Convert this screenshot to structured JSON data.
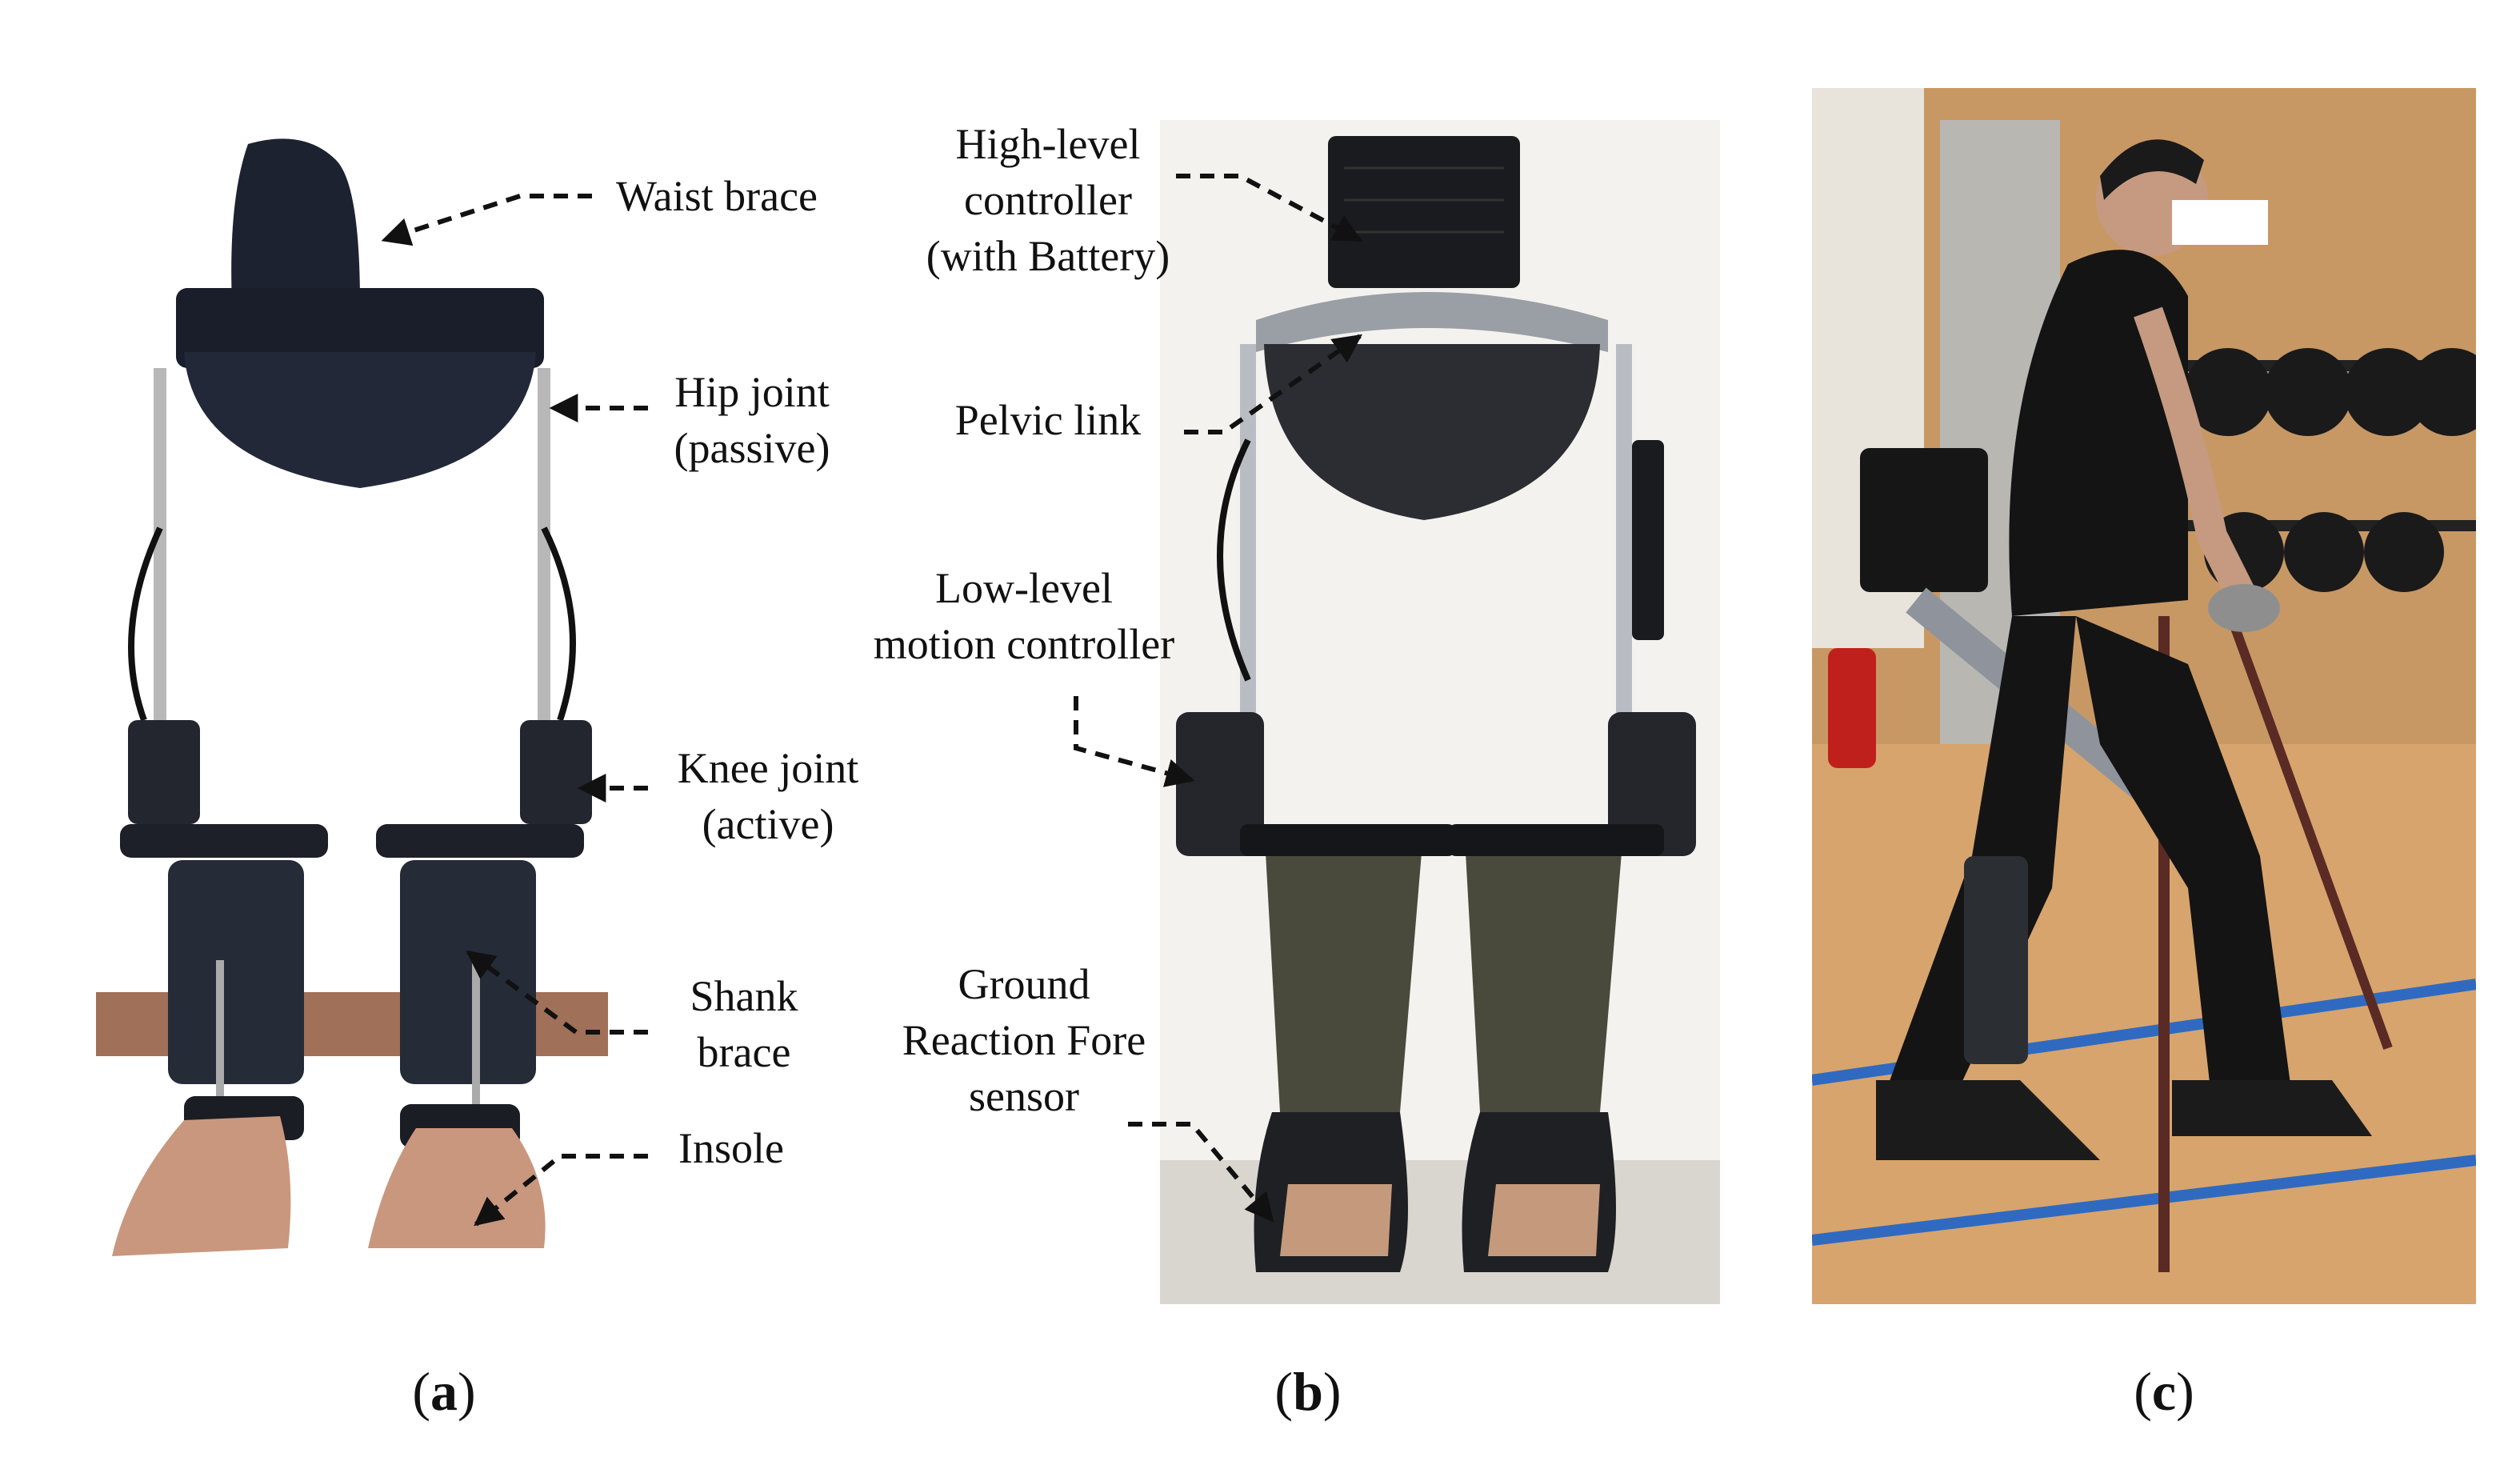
{
  "labels": {
    "waist_brace": "Waist brace",
    "hip_joint_line1": "Hip joint",
    "hip_joint_line2": "(passive)",
    "knee_joint_line1": "Knee joint",
    "knee_joint_line2": "(active)",
    "shank_brace_line1": "Shank",
    "shank_brace_line2": "brace",
    "insole": "Insole",
    "high_level_line1": "High-level",
    "high_level_line2": "controller",
    "high_level_line3": "(with Battery)",
    "pelvic_link": "Pelvic link",
    "low_level_line1": "Low-level",
    "low_level_line2": "motion controller",
    "grf_line1": "Ground",
    "grf_line2": "Reaction Fore",
    "grf_line3": "sensor"
  },
  "panels": {
    "a": {
      "open": "(",
      "letter": "a",
      "close": ")"
    },
    "b": {
      "open": "(",
      "letter": "b",
      "close": ")"
    },
    "c": {
      "open": "(",
      "letter": "c",
      "close": ")"
    }
  }
}
